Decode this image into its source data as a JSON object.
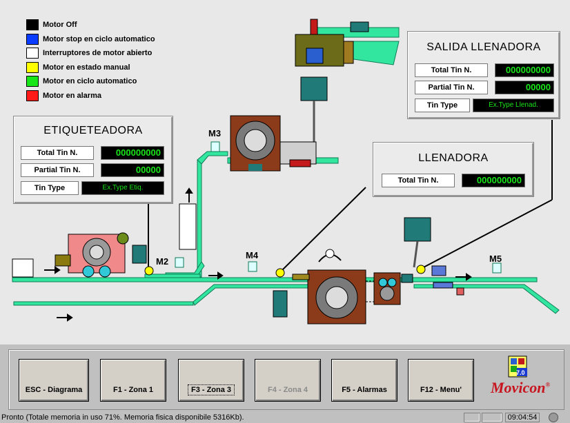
{
  "legend": [
    {
      "label": "Motor Off",
      "color": "#000000"
    },
    {
      "label": "Motor stop en ciclo automatico",
      "color": "#0a3cff"
    },
    {
      "label": "Interruptores de motor abierto",
      "color": "#ffffff"
    },
    {
      "label": "Motor en estado manual",
      "color": "#ffff00"
    },
    {
      "label": "Motor en ciclo automatico",
      "color": "#19e619"
    },
    {
      "label": "Motor en alarma",
      "color": "#ff1a1a"
    }
  ],
  "etiqueteadora": {
    "title": "ETIQUETEADORA",
    "total_label": "Total Tin N.",
    "total_value": "000000000",
    "partial_label": "Partial Tin N.",
    "partial_value": "00000",
    "type_label": "Tin Type",
    "type_value": "Ex.Type Etiq."
  },
  "salida": {
    "title": "SALIDA LLENADORA",
    "total_label": "Total Tin N.",
    "total_value": "000000000",
    "partial_label": "Partial Tin N.",
    "partial_value": "00000",
    "type_label": "Tin Type",
    "type_value": "Ex.Type Llenad."
  },
  "llenadora": {
    "title": "LLENADORA",
    "total_label": "Total Tin N.",
    "total_value": "000000000"
  },
  "motors": {
    "m2": "M2",
    "m3": "M3",
    "m4": "M4",
    "m5": "M5"
  },
  "buttons": [
    {
      "label": "ESC - Diagrama"
    },
    {
      "label": "F1 - Zona 1"
    },
    {
      "label": "F3 - Zona 3"
    },
    {
      "label": "F4 - Zona 4"
    },
    {
      "label": "F5 - Alarmas"
    },
    {
      "label": "F12 - Menu'"
    }
  ],
  "logo": {
    "text": "Movicon",
    "mark": "®",
    "version": "7.0"
  },
  "status": {
    "message": "Pronto (Totale memoria in uso 71%. Memoria fisica disponibile 5316Kb).",
    "time": "09:04:54"
  },
  "colors": {
    "conveyor": "#33e6a0",
    "panel_value": "#19e619",
    "machine": "#8b3a1a",
    "teal": "#1f7a78"
  }
}
